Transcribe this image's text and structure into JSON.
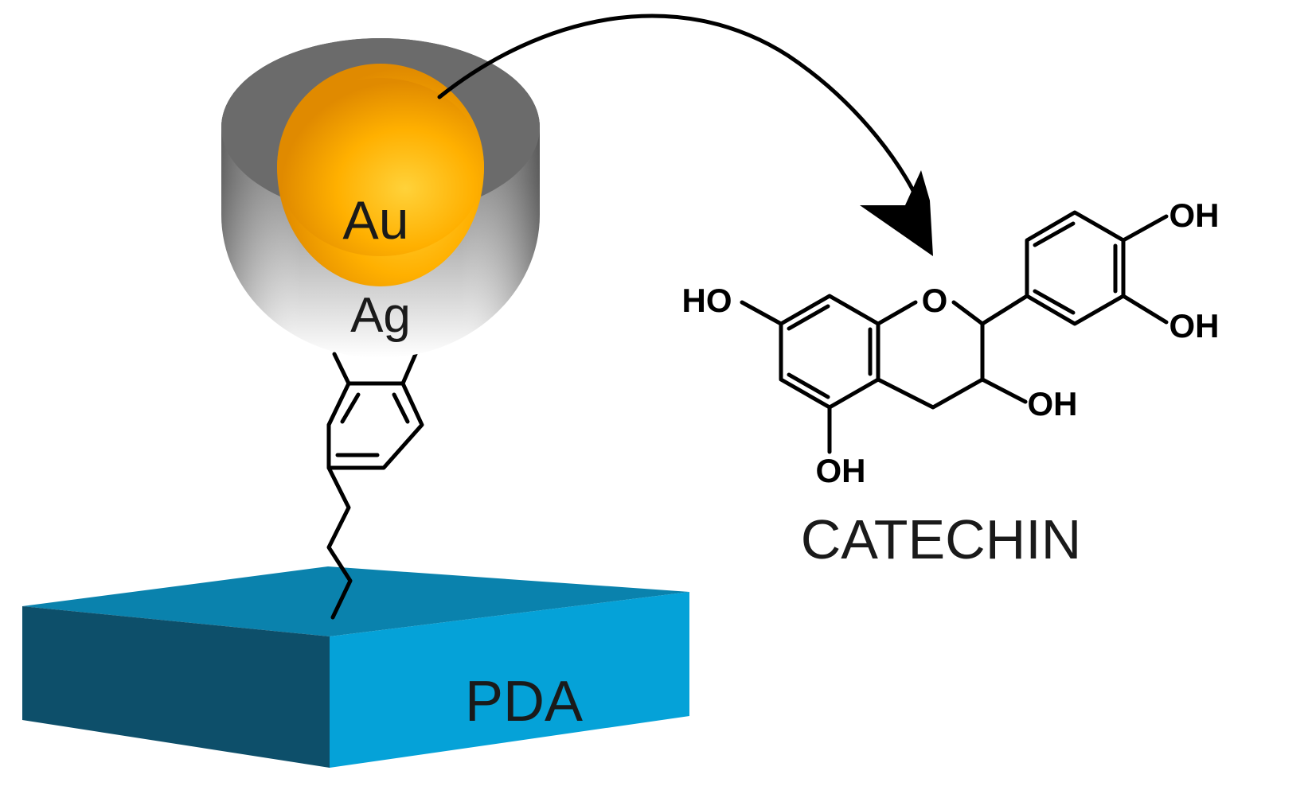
{
  "labels": {
    "core": "Au",
    "shell": "Ag",
    "substrate": "PDA",
    "molecule_name": "CATECHIN"
  },
  "chem": {
    "oh_top_right": "OH",
    "oh_right": "OH",
    "ho_left": "HO",
    "ring_oxygen": "O",
    "oh_c3": "OH",
    "oh_bottom": "OH"
  },
  "colors": {
    "gold": "#f5a300",
    "silver_shell": "#6e6e6e",
    "pda_top": "#0a82ad",
    "pda_front": "#05a2d8",
    "pda_side": "#0d4f6a"
  },
  "icons": {
    "arrow": "curved-arrow-icon"
  }
}
